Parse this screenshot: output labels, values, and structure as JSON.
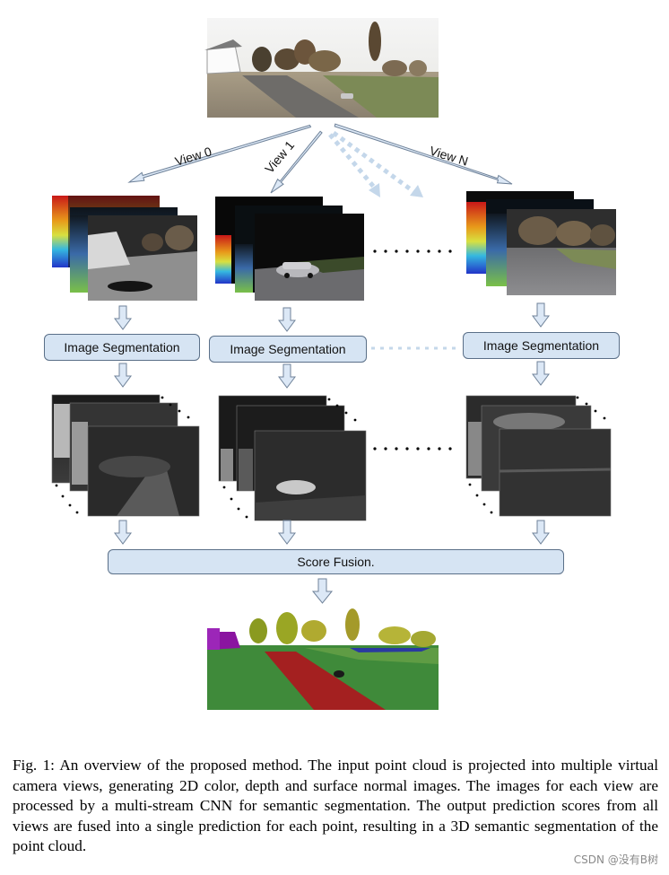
{
  "views": {
    "view0_label": "View 0",
    "view1_label": "View 1",
    "viewN_label": "View N"
  },
  "stages": {
    "segmentation_label": "Image Segmentation",
    "fusion_label": "Score Fusion."
  },
  "caption": {
    "text": "Fig. 1: An overview of the proposed method. The input point cloud is projected into multiple virtual camera views, generating 2D color, depth and surface normal images. The images for each view are processed by a multi-stream CNN for semantic segmentation. The output prediction scores from all views are fused into a single prediction for each point, resulting in a 3D semantic segmentation of the point cloud."
  },
  "watermark": {
    "text": "CSDN @没有B树"
  },
  "colors": {
    "box_fill": "#d6e4f3",
    "box_border": "#5a6f88",
    "arrow_fill": "#dce8f6",
    "arrow_stroke": "#6f8299",
    "faded_arrow": "#c4d7ea"
  }
}
